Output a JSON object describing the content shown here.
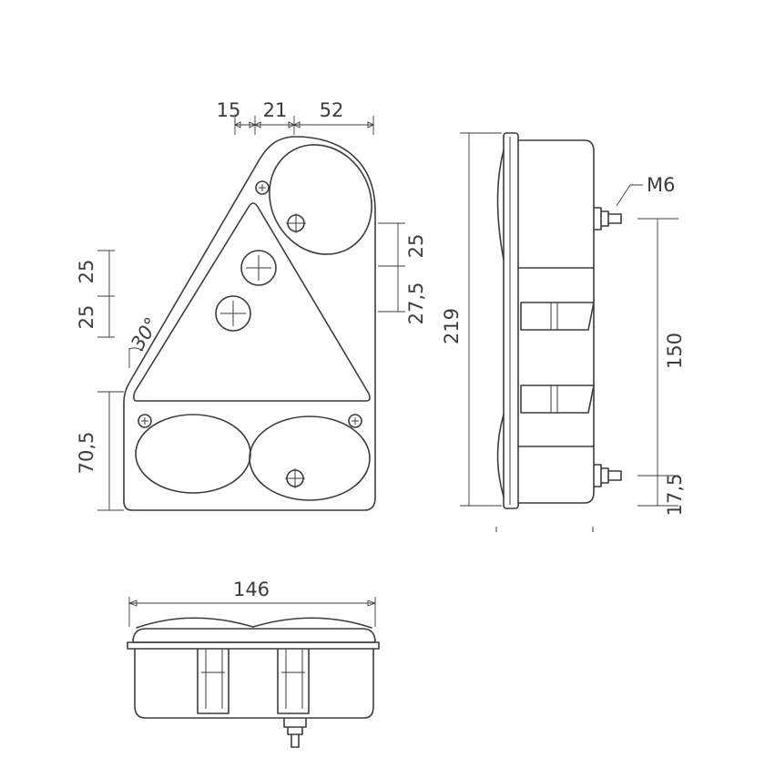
{
  "dimensions": {
    "top_15": "15",
    "top_21": "21",
    "top_52": "52",
    "left_25_upper": "25",
    "left_25_lower": "25",
    "angle": "30°",
    "left_70_5": "70,5",
    "right_25": "25",
    "right_27_5": "27,5",
    "height_219": "219",
    "bolt_label": "M6",
    "spacing_150": "150",
    "offset_17_5": "17,5",
    "width_146": "146"
  },
  "colors": {
    "line": "#3c3c3c",
    "background": "#ffffff"
  },
  "icons": [
    "screw-icon",
    "crosshair-icon"
  ]
}
